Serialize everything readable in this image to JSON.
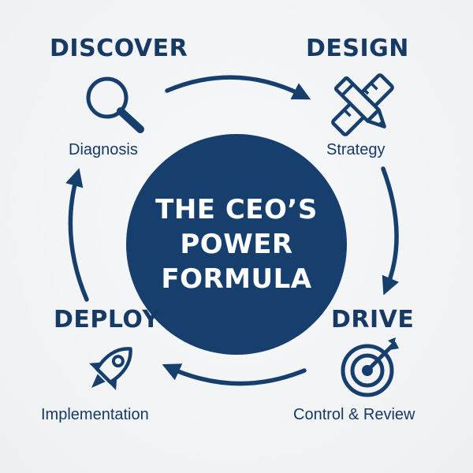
{
  "center": {
    "lines": [
      "THE CEO’S",
      "POWER",
      "FORMULA"
    ]
  },
  "phases": {
    "discover": {
      "title": "DISCOVER",
      "subtitle": "Diagnosis",
      "icon": "magnifying-glass-icon"
    },
    "design": {
      "title": "DESIGN",
      "subtitle": "Strategy",
      "icon": "pencil-ruler-icon"
    },
    "drive": {
      "title": "DRIVE",
      "subtitle": "Control & Review",
      "icon": "target-arrow-icon"
    },
    "deploy": {
      "title": "DEPLOY",
      "subtitle": "Implementation",
      "icon": "rocket-icon"
    }
  },
  "colors": {
    "primary": "#163f6d",
    "text": "#163a64",
    "background": "#f2f3f5"
  }
}
